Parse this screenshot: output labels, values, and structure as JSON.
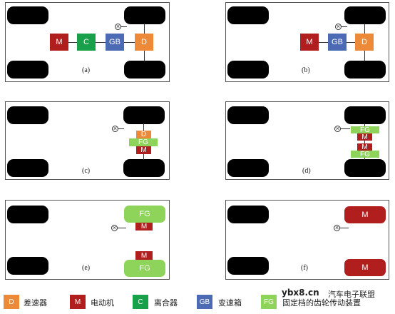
{
  "colors": {
    "differential": "#ed8a3a",
    "motor": "#b01e1e",
    "clutch": "#18a14a",
    "gearbox": "#4d6ab5",
    "fixed_gear": "#8fd45a"
  },
  "panels": {
    "a": {
      "label": "(a)",
      "motor": "M",
      "clutch": "C",
      "gearbox": "GB",
      "differential": "D"
    },
    "b": {
      "label": "(b)",
      "motor": "M",
      "gearbox": "GB",
      "differential": "D"
    },
    "c": {
      "label": "(c)",
      "differential": "D",
      "fixed_gear": "FG",
      "motor": "M"
    },
    "d": {
      "label": "(d)",
      "fg_top": "FG",
      "motor_top": "M",
      "motor_bottom": "M",
      "fg_bottom": "FG"
    },
    "e": {
      "label": "(e)",
      "fg_top": "FG",
      "motor_top": "M",
      "motor_bottom": "M",
      "fg_bottom": "FG"
    },
    "f": {
      "label": "(f)",
      "motor_top": "M",
      "motor_bottom": "M"
    }
  },
  "legend": [
    {
      "symbol": "D",
      "text": "差速器",
      "color_key": "differential"
    },
    {
      "symbol": "M",
      "text": "电动机",
      "color_key": "motor"
    },
    {
      "symbol": "C",
      "text": "离合器",
      "color_key": "clutch"
    },
    {
      "symbol": "GB",
      "text": "变速箱",
      "color_key": "gearbox"
    },
    {
      "symbol": "FG",
      "text": "固定档的齿轮传动装置",
      "color_key": "fixed_gear"
    }
  ],
  "watermark": {
    "site": "ybx8.cn",
    "brand": "汽车电子联盟"
  }
}
